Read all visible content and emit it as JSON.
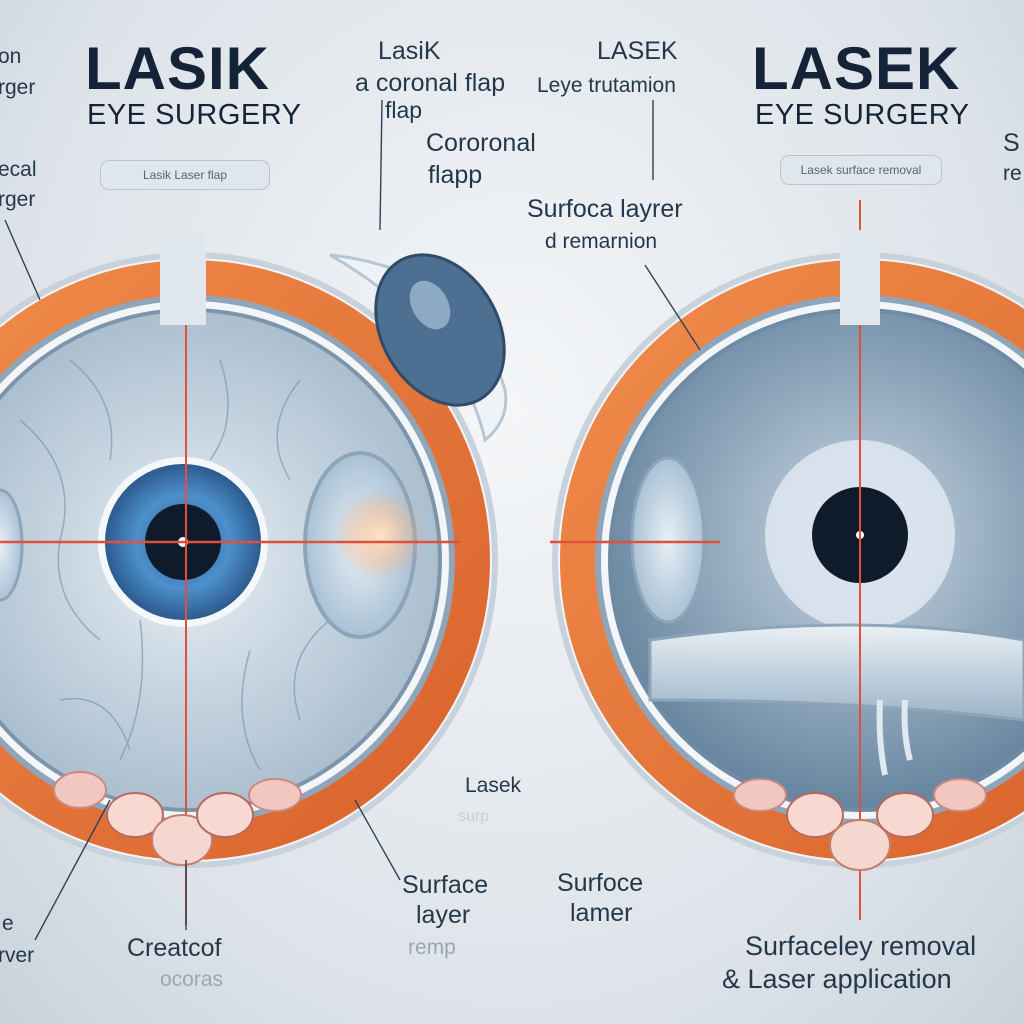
{
  "lasik": {
    "title": "LASIK",
    "subtitle": "EYE SURGERY",
    "pill": "Lasik Laser flap",
    "top_label": "LasiK",
    "flap_label": "a coronal flap",
    "flap_label2": "Cororonal",
    "flap_label3": "flapp",
    "left_edge_top": "on",
    "left_edge_top2": "rger",
    "left_edge_mid": "ecal",
    "left_edge_mid2": "rger",
    "surface_label": "Surface",
    "surface_label2": "layer",
    "surface_label3": "remp",
    "bottom_left": "e",
    "bottom_left2": "rver",
    "create_label": "Creatcof",
    "create_label2": "ocoras"
  },
  "lasek": {
    "title": "LASEK",
    "subtitle": "EYE SURGERY",
    "pill": "Lasek surface removal",
    "top_label": "LASEK",
    "treatment_label": "Leye trutamion",
    "right_edge": "S",
    "right_edge2": "re",
    "surface_layer": "Surfoca layrer",
    "removal": "d remarnion",
    "center_label": "Lasek",
    "center_faint": "surp",
    "surfoce": "Surfoce",
    "lamer": "lamer",
    "bottom_line1": "Surfaceley removal",
    "bottom_line2": "& Laser application"
  },
  "colors": {
    "orange": "#e8773a",
    "iris_blue": "#3f7fbf",
    "title": "#142338",
    "laser": "#e0503a"
  }
}
